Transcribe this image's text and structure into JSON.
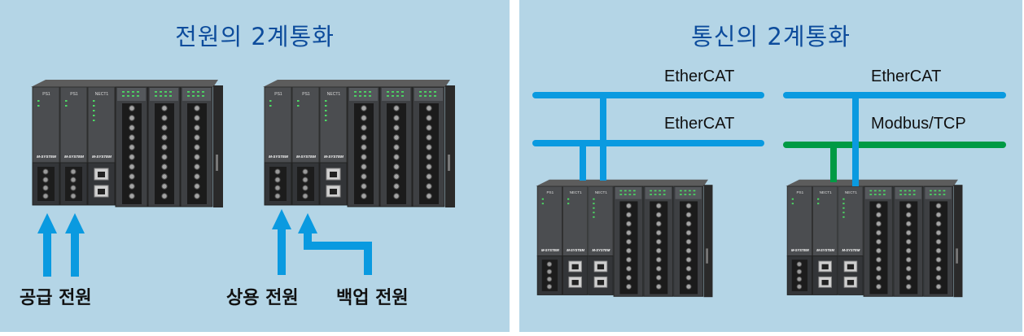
{
  "colors": {
    "background": "#b4d5e6",
    "title": "#0d4c9c",
    "ethercat_line": "#0a9ae0",
    "modbus_line": "#009a44"
  },
  "left_panel": {
    "title": "전원의 2계통화",
    "labels": {
      "supply_power": "공급 전원",
      "commercial_power": "상용 전원",
      "backup_power": "백업 전원"
    }
  },
  "right_panel": {
    "title": "통신의 2계통화",
    "left_network": {
      "top_label": "EtherCAT",
      "bottom_label": "EtherCAT"
    },
    "right_network": {
      "top_label": "EtherCAT",
      "bottom_label": "Modbus/TCP"
    }
  },
  "devices": [
    {
      "modules": [
        "PS1",
        "PS1",
        "NECT1"
      ],
      "bottom": [
        "terminal",
        "terminal",
        "rj45"
      ],
      "brand": "M-SYSTEM"
    },
    {
      "modules": [
        "PS1",
        "PS1",
        "NECT1"
      ],
      "bottom": [
        "terminal",
        "terminal",
        "rj45"
      ],
      "brand": "M-SYSTEM"
    },
    {
      "modules": [
        "PS1",
        "NECT1",
        "NECT1"
      ],
      "bottom": [
        "terminal",
        "rj45",
        "rj45"
      ],
      "brand": "M-SYSTEM"
    },
    {
      "modules": [
        "PS1",
        "NECT1",
        "NECT1"
      ],
      "bottom": [
        "terminal",
        "rj45",
        "rj45"
      ],
      "brand": "M-SYSTEM"
    }
  ]
}
